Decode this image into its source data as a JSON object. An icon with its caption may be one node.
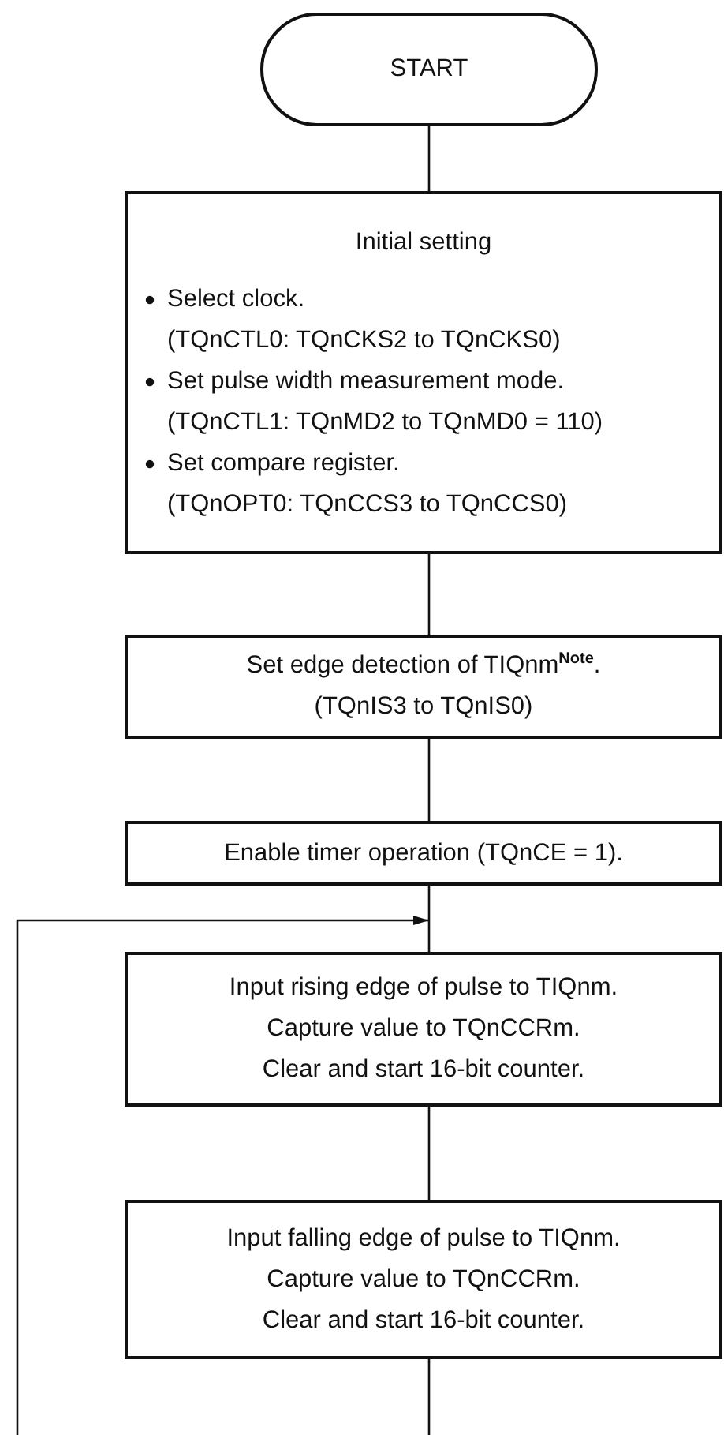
{
  "diagram": {
    "nodes": [
      {
        "text": [
          "START"
        ]
      },
      {
        "text": [
          "Initial setting",
          "Select clock.",
          "(TQnCTL0: TQnCKS2 to TQnCKS0)",
          "Set pulse width measurement mode.",
          "(TQnCTL1: TQnMD2 to TQnMD0 = 110)",
          "Set compare register.",
          "(TQnOPT0: TQnCCS3 to TQnCCS0)"
        ]
      },
      {
        "text": [
          "Set edge detection of TIQnm$^{Note}$.",
          "(TQnIS3 to TQnIS0)"
        ]
      },
      {
        "text": [
          "Enable timer operation (TQnCE = 1)."
        ]
      },
      {
        "text": [
          "Input rising edge of pulse to TIQnm.",
          "Capture value to TQnCCRm.",
          "Clear and start 16-bit counter."
        ]
      },
      {
        "text": [
          "Input falling edge of pulse to TIQnm.",
          "Capture value to TQnCCRm.",
          "Clear and start 16-bit counter."
        ]
      }
    ],
    "edges": [
      {
        "from": 0,
        "to": 1,
        "arrow": "none"
      },
      {
        "from": 1,
        "to": 2,
        "arrow": "none"
      },
      {
        "from": 2,
        "to": 3,
        "arrow": "none"
      },
      {
        "from": 3,
        "to": 4,
        "arrow": "none"
      },
      {
        "from": 4,
        "to": 5,
        "arrow": "none"
      },
      {
        "from": 5,
        "to": null,
        "arrow": "none"
      },
      {
        "from": null,
        "to": 4,
        "arrow": "to"
      }
    ]
  }
}
